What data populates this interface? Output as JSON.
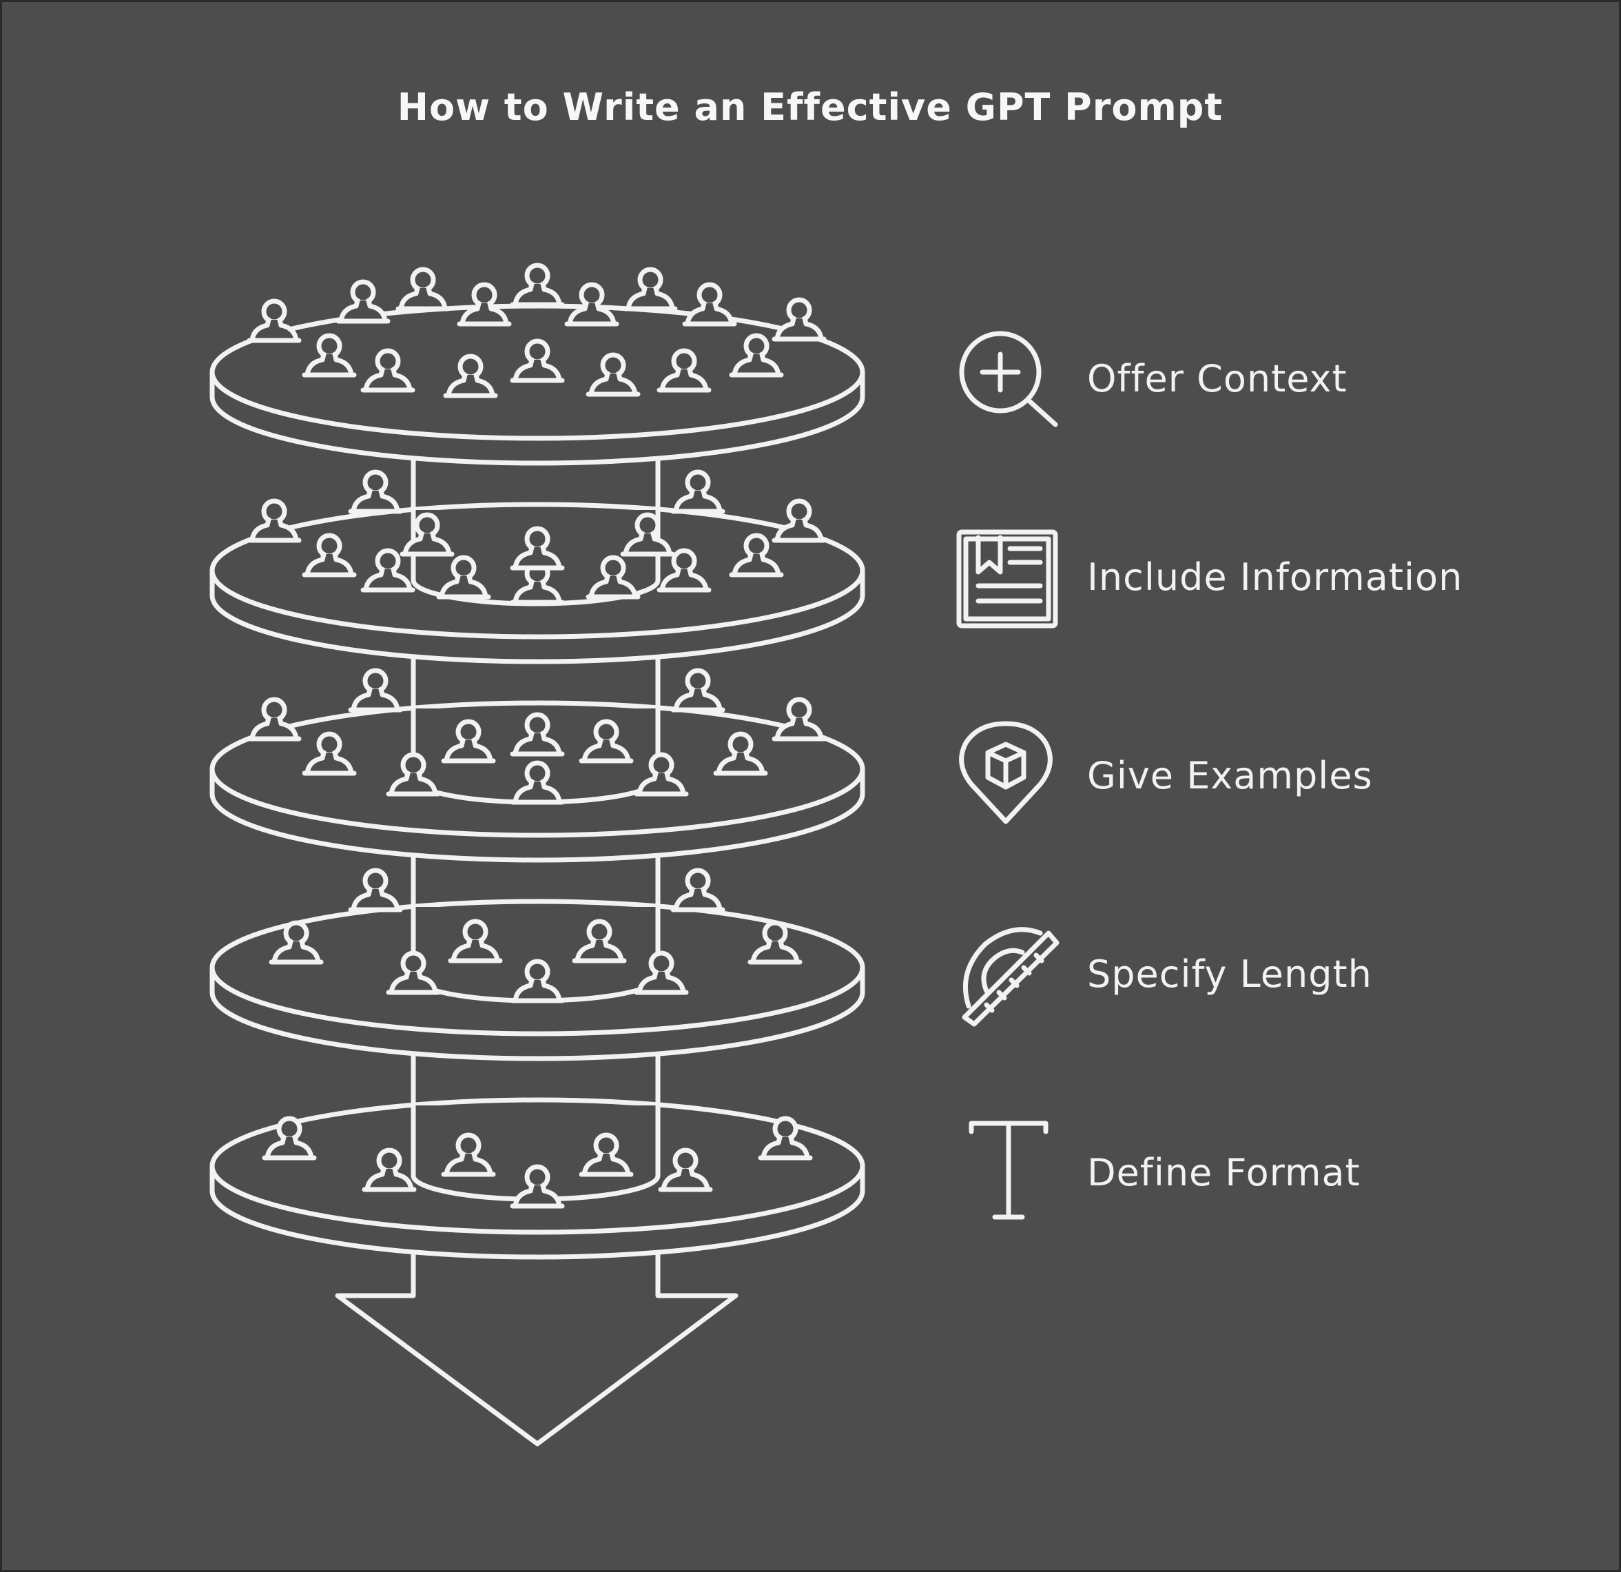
{
  "title": "How to Write an Effective GPT Prompt",
  "colors": {
    "background": "#4d4d4d",
    "stroke": "#f2f2f2"
  },
  "steps": [
    {
      "label": "Offer Context",
      "icon": "magnifier-plus-icon"
    },
    {
      "label": "Include Information",
      "icon": "document-bookmark-icon"
    },
    {
      "label": "Give Examples",
      "icon": "location-box-icon"
    },
    {
      "label": "Specify Length",
      "icon": "protractor-ruler-icon"
    },
    {
      "label": "Define Format",
      "icon": "text-t-icon"
    }
  ],
  "tiers": [
    {
      "people": 16
    },
    {
      "people": 14
    },
    {
      "people": 12
    },
    {
      "people": 9
    },
    {
      "people": 7
    }
  ]
}
